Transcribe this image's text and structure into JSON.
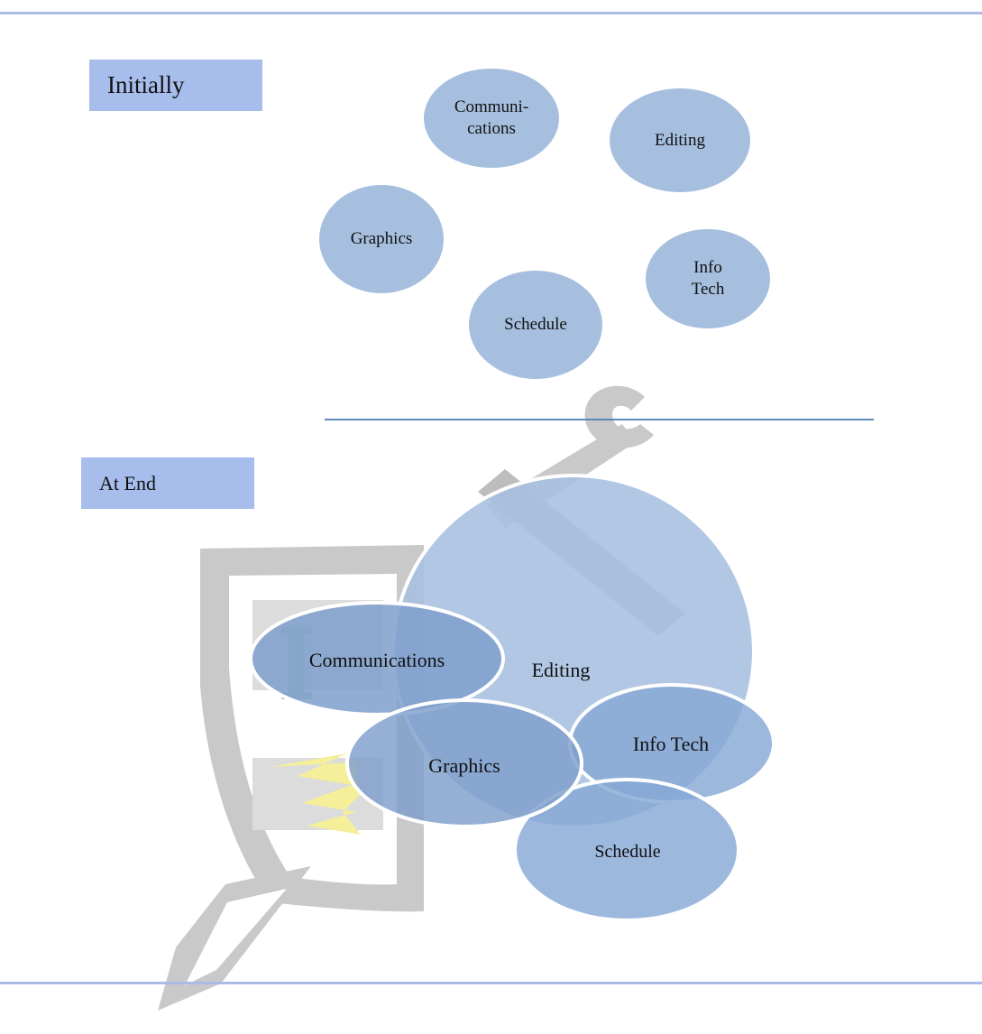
{
  "sections": {
    "initially_label": "Initially",
    "end_label": "At End"
  },
  "initial_bubbles": {
    "communications_line1": "Communi-",
    "communications_line2": "cations",
    "editing": "Editing",
    "graphics": "Graphics",
    "info_tech_line1": "Info",
    "info_tech_line2": "Tech",
    "schedule": "Schedule"
  },
  "end_bubbles": {
    "communications": "Communications",
    "editing": "Editing",
    "graphics": "Graphics",
    "info_tech": "Info Tech",
    "schedule": "Schedule"
  },
  "colors": {
    "bubble_fill": "#a6bfdf",
    "overlap_fill": "#7fa3d2",
    "section_label_bg": "#a7bdec",
    "rule_color": "#abbbe6",
    "divider_color": "#5b87bd",
    "watermark_gray": "#c9c9c9",
    "watermark_yellow": "#f5ef9a"
  },
  "watermark": {
    "letters": [
      "I",
      "E"
    ]
  }
}
